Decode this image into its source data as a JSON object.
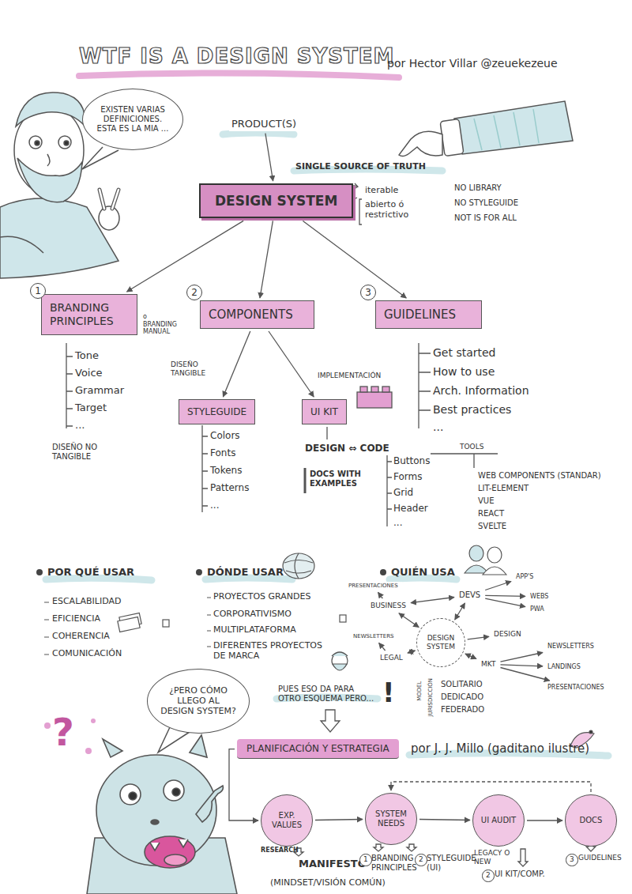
{
  "diagram": {
    "title": "WTF IS A DESIGN SYSTEM",
    "nodes": [
      {
        "text": [
          "EXISTEN VARIAS DEFINICIONES. ESTA ES LA MIA ..."
        ]
      },
      {
        "text": [
          "PRODUCT(S)"
        ]
      },
      {
        "text": [
          "DESIGN SYSTEM"
        ]
      },
      {
        "text": [
          "BRANDING PRINCIPLES"
        ]
      },
      {
        "text": [
          "COMPONENTS"
        ]
      },
      {
        "text": [
          "GUIDELINES"
        ]
      },
      {
        "text": [
          "STYLEGUIDE"
        ]
      },
      {
        "text": [
          "UI KIT"
        ]
      },
      {
        "text": [
          "DESIGN SYSTEM"
        ]
      },
      {
        "text": [
          "PRESENTACIONES"
        ]
      },
      {
        "text": [
          "BUSINESS"
        ]
      },
      {
        "text": [
          "DEVS"
        ]
      },
      {
        "text": [
          "APP'S"
        ]
      },
      {
        "text": [
          "WEBS"
        ]
      },
      {
        "text": [
          "PWA"
        ]
      },
      {
        "text": [
          "DESIGN"
        ]
      },
      {
        "text": [
          "NEWSLETTERS"
        ]
      },
      {
        "text": [
          "LEGAL"
        ]
      },
      {
        "text": [
          "MKT"
        ]
      },
      {
        "text": [
          "NEWSLETTERS"
        ]
      },
      {
        "text": [
          "LANDINGS"
        ]
      },
      {
        "text": [
          "PRESENTACIONES"
        ]
      },
      {
        "text": [
          "¿PERO CÓMO LLEGO AL DESIGN SYSTEM?"
        ]
      },
      {
        "text": [
          "PLANIFICACIÓN Y ESTRATEGIA"
        ]
      },
      {
        "text": [
          "EXP. VALUES"
        ]
      },
      {
        "text": [
          "SYSTEM NEEDS"
        ]
      },
      {
        "text": [
          "UI AUDIT"
        ]
      },
      {
        "text": [
          "DOCS"
        ]
      }
    ],
    "edges": [
      {
        "from": 1,
        "to": 2,
        "arrow": "to"
      },
      {
        "from": 2,
        "to": 3,
        "arrow": "to"
      },
      {
        "from": 2,
        "to": 4,
        "arrow": "to"
      },
      {
        "from": 2,
        "to": 5,
        "arrow": "to"
      },
      {
        "from": 4,
        "to": 6,
        "arrow": "to"
      },
      {
        "from": 4,
        "to": 7,
        "arrow": "to"
      },
      {
        "from": 8,
        "to": 10,
        "arrow": "both"
      },
      {
        "from": 10,
        "to": 11,
        "arrow": "both"
      },
      {
        "from": 8,
        "to": 11,
        "arrow": "both"
      },
      {
        "from": 11,
        "to": 12,
        "arrow": "to"
      },
      {
        "from": 11,
        "to": 13,
        "arrow": "to"
      },
      {
        "from": 11,
        "to": 14,
        "arrow": "to"
      },
      {
        "from": 8,
        "to": 15,
        "arrow": "to"
      },
      {
        "from": 10,
        "to": 9,
        "arrow": "to"
      },
      {
        "from": 8,
        "to": 17,
        "arrow": "both"
      },
      {
        "from": 17,
        "to": 16,
        "arrow": "to"
      },
      {
        "from": 8,
        "to": 18,
        "arrow": "both"
      },
      {
        "from": 18,
        "to": 19,
        "arrow": "to"
      },
      {
        "from": 18,
        "to": 20,
        "arrow": "to"
      },
      {
        "from": 18,
        "to": 21,
        "arrow": "to"
      },
      {
        "from": 23,
        "to": 24,
        "arrow": "to"
      },
      {
        "from": 24,
        "to": 25,
        "arrow": "to"
      },
      {
        "from": 25,
        "to": 26,
        "arrow": "to"
      },
      {
        "from": 26,
        "to": 27,
        "arrow": "to"
      },
      {
        "from": 27,
        "to": 25,
        "arrow": "to"
      }
    ],
    "labels": [
      "por Hector Villar @zeuekezeue",
      "SINGLE SOURCE OF TRUTH",
      "iterable",
      "abierto ó restrictivo",
      "NO LIBRARY",
      "NO STYLEGUIDE",
      "NOT IS FOR ALL",
      "1",
      "o BRANDING MANUAL",
      "2",
      "3",
      "Tone",
      "Voice",
      "Grammar",
      "Target",
      "...",
      "DISEÑO NO TANGIBLE",
      "DISEÑO TANGIBLE",
      "IMPLEMENTACIÓN",
      "Colors",
      "Fonts",
      "Tokens",
      "Patterns",
      "...",
      "DESIGN ⇔ CODE",
      "DOCS WITH EXAMPLES",
      "Buttons",
      "Forms",
      "Grid",
      "Header",
      "...",
      "TOOLS",
      "WEB COMPONENTS (STANDAR)",
      "LIT-ELEMENT",
      "VUE",
      "REACT",
      "SVELTE",
      "Get started",
      "How to use",
      "Arch. Information",
      "Best practices",
      "...",
      "POR QUÉ USAR",
      "ESCALABILIDAD",
      "EFICIENCIA",
      "COHERENCIA",
      "COMUNICACIÓN",
      "DÓNDE USAR",
      "PROYECTOS GRANDES",
      "CORPORATIVISMO",
      "MULTIPLATAFORMA",
      "DIFERENTES PROYECTOS DE MARCA",
      "QUIÉN USA",
      "SOLITARIO",
      "DEDICADO",
      "FEDERADO",
      "MODEL",
      "JURISDICCIÓN",
      "PUES ESO DA PARA OTRO ESQUEMA PERO...",
      "!",
      "?",
      "por J. J. Millo (gaditano ilustre)",
      "RESEARCH",
      "MANIFESTO",
      "(MINDSET/VISIÓN COMÚN)",
      "1",
      "BRANDING PRINCIPLES",
      "2",
      "STYLEGUIDE (UI)",
      "LEGACY O NEW",
      "2",
      "UI KIT/COMP.",
      "3",
      "GUIDELINES"
    ]
  }
}
